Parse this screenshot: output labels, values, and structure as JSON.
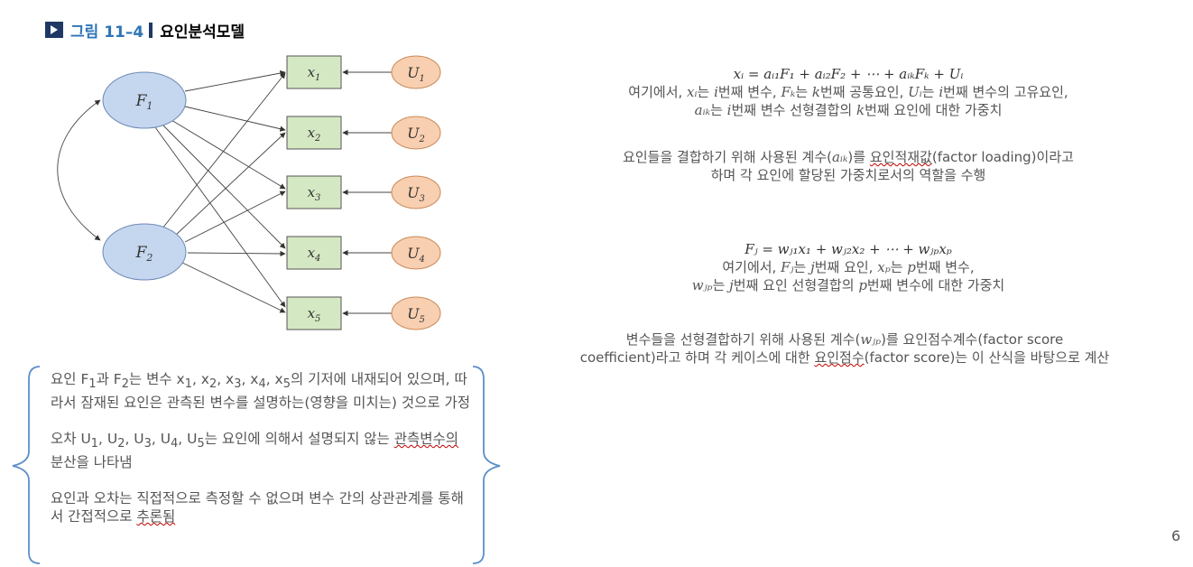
{
  "figure": {
    "number": "그림 11–4",
    "name": "요인분석모델"
  },
  "diagram": {
    "factors": [
      {
        "label": "F",
        "sub": "1"
      },
      {
        "label": "F",
        "sub": "2"
      }
    ],
    "variables": [
      {
        "label": "x",
        "sub": "1"
      },
      {
        "label": "x",
        "sub": "2"
      },
      {
        "label": "x",
        "sub": "3"
      },
      {
        "label": "x",
        "sub": "4"
      },
      {
        "label": "x",
        "sub": "5"
      }
    ],
    "uniques": [
      {
        "label": "U",
        "sub": "1"
      },
      {
        "label": "U",
        "sub": "2"
      },
      {
        "label": "U",
        "sub": "3"
      },
      {
        "label": "U",
        "sub": "4"
      },
      {
        "label": "U",
        "sub": "5"
      }
    ],
    "colors": {
      "factor_fill": "#c5d6ef",
      "variable_fill": "#d5e8c4",
      "unique_fill": "#f8cfb0"
    }
  },
  "formula1": {
    "equation": "xᵢ = aᵢ₁F₁ + aᵢ₂F₂ + ⋯ + aᵢₖFₖ + Uᵢ",
    "line1": {
      "a": "여기에서, ",
      "b": "xᵢ",
      "c": "는 ",
      "d": "i",
      "e": "번째 변수, ",
      "f": "Fₖ",
      "g": "는 ",
      "h": "k",
      "i": "번째 공통요인, ",
      "j": "Uᵢ",
      "k": "는 ",
      "l": "i",
      "m": "번째 변수의 고유요인,"
    },
    "line2": {
      "a": "aᵢₖ",
      "b": "는 ",
      "c": "i",
      "d": "번째 변수 선형결합의 ",
      "e": "k",
      "f": "번째 요인에 대한 가중치"
    }
  },
  "desc1": {
    "l1a": "요인들을 결합하기 위해 사용된 계수(",
    "l1b": "aᵢₖ",
    "l1c": ")를 ",
    "l1d": "요인적재값",
    "l1e": "(factor loading)이라고",
    "l2": "하며 각 요인에 할당된 가중치로서의 역할을 수행"
  },
  "formula2": {
    "equation": "Fⱼ = wⱼ₁x₁ + wⱼ₂x₂ + ⋯ + wⱼₚxₚ",
    "line1": {
      "a": "여기에서, ",
      "b": "Fⱼ",
      "c": "는 ",
      "d": "j",
      "e": "번째 요인, ",
      "f": "xₚ",
      "g": "는 ",
      "h": "p",
      "i": "번째 변수,"
    },
    "line2": {
      "a": "wⱼₚ",
      "b": "는 ",
      "c": "j",
      "d": "번째 요인 선형결합의 ",
      "e": "p",
      "f": "번째 변수에 대한 가중치"
    }
  },
  "desc2": {
    "l1a": "변수들을 선형결합하기 위해 사용된 계수(",
    "l1b": "wⱼₚ",
    "l1c": ")를 요인점수계수(factor score",
    "l2a": "coefficient)라고 하며 각 케이스에 대한 ",
    "l2b": "요인점수",
    "l2c": "(factor score)는 이 산식을 바탕으로 계산"
  },
  "notes": {
    "p1": {
      "a": "요인 F",
      "s1": "1",
      "b": "과 F",
      "s2": "2",
      "c": "는 변수 x",
      "s3": "1",
      "d": ", x",
      "s4": "2",
      "e": ", x",
      "s5": "3",
      "f": ", x",
      "s6": "4",
      "g": ", x",
      "s7": "5",
      "h": "의 기저에 내재되어 있으며, 따라서 잠재된 요인은 관측된 변수를 설명하는(영향을 미치는) 것으로 가정"
    },
    "p2": {
      "a": "오차 U",
      "s1": "1",
      "b": ", U",
      "s2": "2",
      "c": ", U",
      "s3": "3",
      "d": ", U",
      "s4": "4",
      "e": ", U",
      "s5": "5",
      "f": "는 요인에 의해서 설명되지 않는 ",
      "g": "관측변수의",
      "h": " 분산을 나타냄"
    },
    "p3": {
      "a": "요인과 오차는 직접적으로 측정할 수 없으며 변수 간의 상관관계를 통해서 간접적으로 ",
      "b": "추론됨"
    }
  },
  "page_number": "6"
}
